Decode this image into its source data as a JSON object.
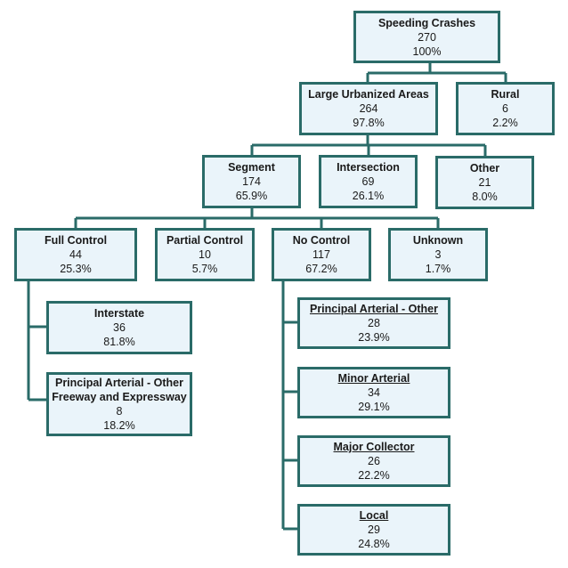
{
  "colors": {
    "border": "#2a6b68",
    "fill": "#eaf4fa"
  },
  "nodes": {
    "speeding": {
      "title": "Speeding Crashes",
      "count": "270",
      "pct": "100%"
    },
    "large_urban": {
      "title": "Large Urbanized Areas",
      "count": "264",
      "pct": "97.8%"
    },
    "rural": {
      "title": "Rural",
      "count": "6",
      "pct": "2.2%"
    },
    "segment": {
      "title": "Segment",
      "count": "174",
      "pct": "65.9%"
    },
    "intersection": {
      "title": "Intersection",
      "count": "69",
      "pct": "26.1%"
    },
    "other": {
      "title": "Other",
      "count": "21",
      "pct": "8.0%"
    },
    "full_control": {
      "title": "Full Control",
      "count": "44",
      "pct": "25.3%"
    },
    "partial_control": {
      "title": "Partial Control",
      "count": "10",
      "pct": "5.7%"
    },
    "no_control": {
      "title": "No Control",
      "count": "117",
      "pct": "67.2%"
    },
    "unknown": {
      "title": "Unknown",
      "count": "3",
      "pct": "1.7%"
    },
    "interstate": {
      "title": "Interstate",
      "count": "36",
      "pct": "81.8%"
    },
    "pa_freeway": {
      "title_line1": "Principal Arterial - Other",
      "title_line2": "Freeway and Expressway",
      "count": "8",
      "pct": "18.2%"
    },
    "pa_other": {
      "title": "Principal Arterial - Other",
      "count": "28",
      "pct": "23.9%"
    },
    "minor_arterial": {
      "title": "Minor Arterial",
      "count": "34",
      "pct": "29.1%"
    },
    "major_collector": {
      "title": "Major Collector",
      "count": "26",
      "pct": "22.2%"
    },
    "local": {
      "title": "Local",
      "count": "29",
      "pct": "24.8%"
    }
  }
}
